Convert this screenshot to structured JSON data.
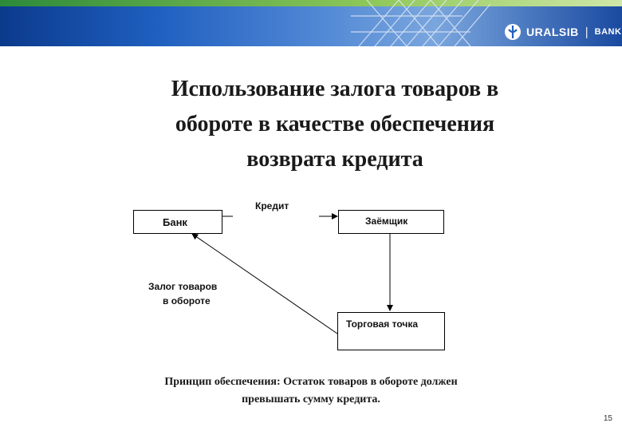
{
  "header": {
    "brand_name": "URALSIB",
    "brand_separator": "|",
    "brand_suffix": "BANK",
    "colors": {
      "blue": "#1f5fbf",
      "green": "#8fc85a"
    }
  },
  "title": {
    "line1": "Использование залога товаров в",
    "line2": "обороте в качестве обеспечения",
    "line3": "возврата кредита"
  },
  "diagram": {
    "nodes": {
      "bank": "Банк",
      "borrower": "Заёмщик",
      "store": "Торговая точка"
    },
    "edges": {
      "credit_label": "Кредит",
      "pledge_label_line1": "Залог товаров",
      "pledge_label_line2": "в обороте"
    }
  },
  "principle": {
    "line1": "Принцип обеспечения: Остаток товаров в обороте должен",
    "line2": "превышать сумму кредита."
  },
  "page_number": "15"
}
